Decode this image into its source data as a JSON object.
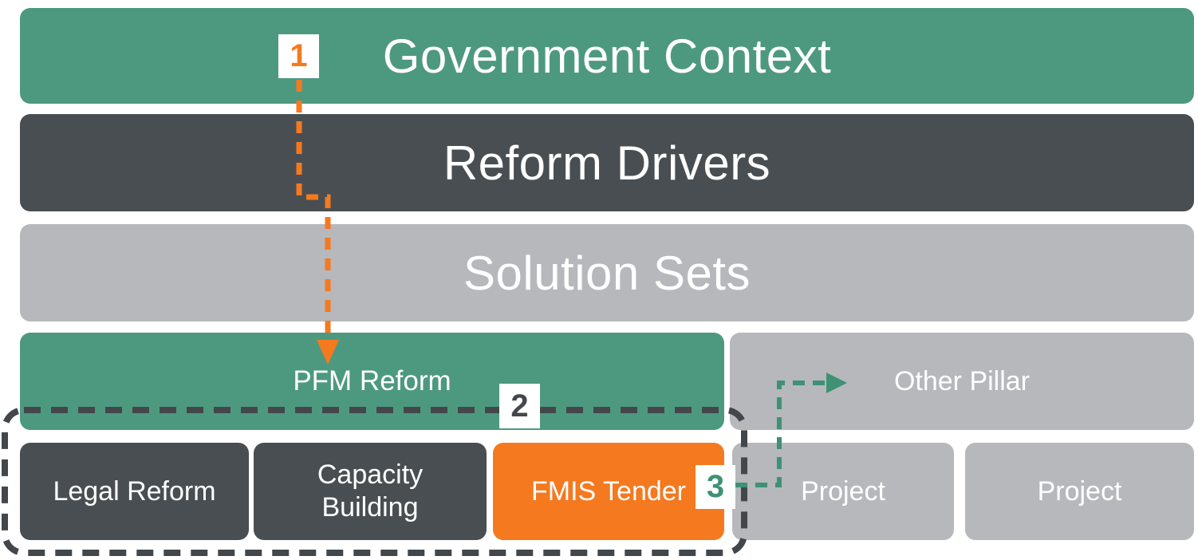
{
  "diagram": {
    "title_rows": [
      {
        "label": "Government Context",
        "color": "#4D997F"
      },
      {
        "label": "Reform Drivers",
        "color": "#494E52"
      },
      {
        "label": "Solution Sets",
        "color": "#B6B8BB"
      }
    ],
    "pillars": [
      {
        "label": "PFM Reform",
        "color": "#4D997F"
      },
      {
        "label": "Other Pillar",
        "color": "#B6B8BB"
      }
    ],
    "initiatives": [
      {
        "label": "Legal Reform",
        "color": "#494E52"
      },
      {
        "label": "Capacity Building",
        "color": "#494E52"
      },
      {
        "label": "FMIS Tender",
        "color": "#F5791F"
      },
      {
        "label": "Project",
        "color": "#B6B8BB"
      },
      {
        "label": "Project",
        "color": "#B6B8BB"
      }
    ],
    "badges": [
      {
        "number": "1",
        "color": "#F5791F"
      },
      {
        "number": "2",
        "color": "#44484C"
      },
      {
        "number": "3",
        "color": "#3F9174"
      }
    ],
    "connectors": {
      "arrow_1_color": "#F5791F",
      "scope_2_color": "#43474B",
      "arrow_3_color": "#3F9174"
    },
    "background": "#FFFFFF"
  }
}
